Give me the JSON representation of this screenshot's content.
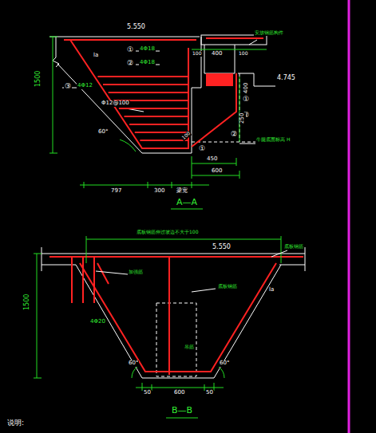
{
  "diagram": {
    "labels": [
      "5.550",
      "①",
      "4Φ18",
      "②",
      "4Φ18",
      "③",
      "4Φ12",
      "Φ12@100",
      "1500",
      "60°",
      "100",
      "400",
      "100",
      "安放钢筋构件",
      "4.745",
      "400",
      "①",
      "②",
      "250",
      "牛腿底面标高 H",
      "①",
      "②",
      "100",
      "la",
      "450",
      "600",
      "797",
      "300",
      "梁宽",
      "A—A",
      "底板钢筋伸过坡边不大于100",
      "5.550",
      "底板钢筋",
      "加强筋",
      "底板钢筋",
      "la",
      "4Φ20",
      "1500",
      "吊筋",
      "60°",
      "60°",
      "50",
      "600",
      "50",
      "B—B",
      "说明:"
    ]
  }
}
